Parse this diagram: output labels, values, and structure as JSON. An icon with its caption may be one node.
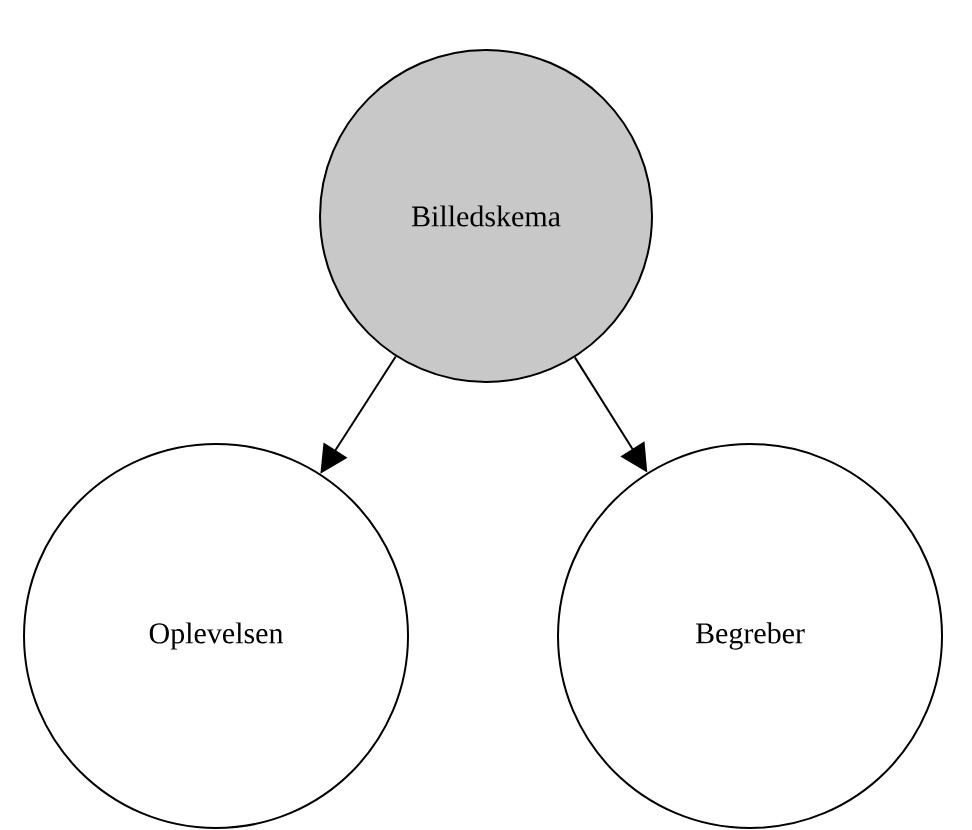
{
  "diagram": {
    "nodes": [
      {
        "text": [
          "Billedskema"
        ]
      },
      {
        "text": [
          "Oplevelsen"
        ]
      },
      {
        "text": [
          "Begreber"
        ]
      }
    ],
    "edges": [
      {
        "from": 0,
        "to": 1,
        "arrow": "to"
      },
      {
        "from": 0,
        "to": 2,
        "arrow": "to"
      }
    ]
  }
}
